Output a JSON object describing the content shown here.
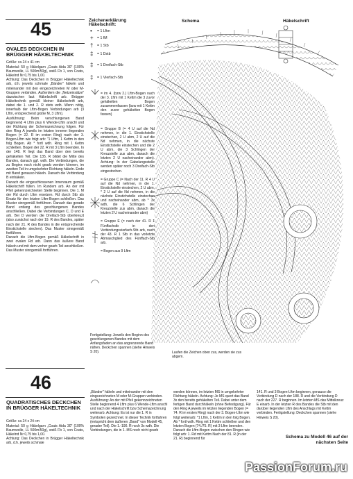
{
  "model45": {
    "number": "45",
    "title": "OVALES DECKCHEN IN BRÜGGER HÄKELTECHNIK",
    "groesse": "Größe: ca 24 x 41 cm",
    "material": "Material: 50 g Häkelgarn „Coats Aida 30\" (100% Baumwolle, LL 500m/50g), weiß Fb 1, von Coats, Häkelnd Nr 0,75 bis 1,00.",
    "achtung": "Achtung: Das Deckchen in Brügger Häkeltechnik arb, d.h. jeweils schmale „Bänder\" häkeln und miteinander mit den eingezeichneten M oder M-Gruppen verbinden. Außerdem die „Netzeinsätze\" dazwischen laut Häkelschrift arb. Brügger Häkeltechnik gemäß kleiner Häkelschrift arb, dabei die 1. und 2. R stets wdh. Wenn nötig, innerhalb der Lftm-Bogen Verbindungen arb (3 Lftm, entsprechend große M, 3 Lftm).",
    "ausfuehrung": "Ausführung: Beim verschlungenen Band beginnend 4 Lftm plus 6 Wende-Lftm anschl und der Richtung der Schemazeichnung folgen. Für den Ring A jeweils im letzten inneren liegenden Bogen (= 22. R im ersten Ring) nach der 3. Bogen-Lftm wie folgt arb: \"1 Lftm, 1 Kettm in den folg Bogen. Ab * fortl wdh. Ring mit 1 Kettm schließen. Bogen der 22. R mit 3 Lftm beenden. In der 148. R liegt das Band über den bereits gehäkelten Teil. Die 135. R bildet die Mitte des Bandes, danach ggf. wdh. Die Verbindungen, die zu Beginn noch nicht gearb werden können, im zweiten Teil in umgekehrter Richtung häkeln. Ende mit Band genauso häkeln. Danach die Verbindung B einhäkeln.",
    "danach": "Danach die eingeschlossenen Innenraum gemäß Häkelschrift füllen. Im Rundem arb. An der mit Pfeil gekennzeichneten Stelle beginnen. Die 1. M der Rd durch Lftm ersetzen. Rd durch Stb als Ersatz für den letzten Lftm-Bogen schließen. Das Muster sinngemäß fortführen. Danach das gerade Band entlang des geschlungenen Bandes anschließen. Dabei die Verbindungen C, D und E arb. Bei D werden die Dreifach-Stb überkreuzt (also zunächst nach der 19. R des Bandes, später nach der 21. R des Bandes in die entsprechende Einstichstelle stechen). Das Muster sinngemäß fortführen.",
    "schluss": "Danach die Lftm-Bogen gemäß Häkelschrift in zwei ovalen Rd arb. Dann das äußere Band häkeln und mit dem vorher gearb Teil anschließen. Das Muster sinngemäß fortführen.",
    "legend_title": "Zeichenerklärung Häkelschrift:",
    "legend": [
      {
        "glyph": "•",
        "text": "= 1 Lftm"
      },
      {
        "glyph": "+",
        "text": "= 1 fM"
      },
      {
        "glyph": "†",
        "text": "= 1 Stb"
      },
      {
        "glyph": "‡",
        "text": "= 1 Dstb"
      },
      {
        "glyph": "‡",
        "text": "= 1 Dreifach-Stb"
      },
      {
        "glyph": "‡",
        "text": "= 1 Vierfach-Stb"
      }
    ],
    "legend_groups": [
      "= im 4. (bzw 2.) Lftm-Bogen nach der 3. Lftm mit 1 Kettm die 3 zuvor gehäkelten Bogen zusammenfassen (bzw mit 1 Kettm den zuvor gehäkelten Bogen fassen)",
      "= Gruppe B (= 4 U auf die Nd nehmen, in die 1. Einstichstelle einstechen, 2 U abm, 2 U auf die Nd nehmen, in die nächste Einstichstelle einstechen und die 2 U abm, die 3 Schlingen der Kreuzstelle zus abm, danach die letzten 2 U nacheinander abm). Achtung: In der Gabelungsstelle werden später noch 3 Dreifach-Stb eingestochen.",
      "= Gruppe C (= Nach der 11. R 4 U auf die Nd nehmen, in die 1. Einstichstelle einstechen, 2 U abm, * 2 U auf die Nd nehmen, in die nächste Einstichstelle einstechen und nacheinander abm, ab * 3x wdh, die 6 Schlingen der Kreuzstelle zus abm, danach die letzten 2 U nacheinander abm)",
      "= Gruppe E (= nach der 41. R 1 Fünffachstb in den Verbindungsvierfach-Stb arb, nach der 43. R 1 Stb in das vorletzte Abmaschglied des Fünffach-Stb arb.",
      "= Bogen aus 9 Lftm"
    ],
    "schema_label": "Schema",
    "haekelschrift_label": "Häkelschrift",
    "fertigstellung": "Fertigstellung: Jeweils den Beginn des geschlungenen Bandes mit dem Anfangsfaden an das angrenzende Band nähen. Deckchen spannen (siehe Hinweis S 20).",
    "direction_note": "Laufen die Zeichen oben zus, werden sie zus abgem."
  },
  "model46": {
    "number": "46",
    "title": "QUADRATISCHES DECKCHEN IN BRÜGGER HÄKELTECHNIK",
    "groesse": "Größe: ca 24 x 24 cm",
    "material": "Material: 50 g Häkelgarn „Coats Aida 30\" (100% Baumwolle, LL 500m/50g), weiß Fb 1, von Coats, Häkelnd Nr 0,75 bis 1,00.",
    "achtung": "Achtung: Das Deckchen in Brügger Häkeltechnik arb, d.h. jeweils schmale",
    "col2": "„Bänder\" häkeln und miteinander mit den eingezeichneten M oder M-Gruppen verbinden. Ausführung: An der mit Pfeil gekennzeichneten Stelle beginnend 4 Lftm plus 6 Wende-Lftm anschl und nach der Häkelschrift bzw Schemazeichnung weiterarb. Achtung: Es ist nur die 1. R in Symbolen gezeichnet. In dieser Technik fortfahren (entspricht dem äußeren „Band\" von Modell 45, gerader Teil). Die 1.-190. R noch 3x wdh. Die Verbindungen, die in 1. MS noch nicht gearb",
    "col3": "werden können, im letzten MS in umgekehrter Richtung häkeln. Achtung: Je MS quert das Band 3x den bereits gehäkelten Teil. Dabei unter dem fertigen Band durchhäkeln (ohne Befestigung). Für den Ring A jeweils im letzten liegenden Bogen (= 74. R im ersten Ring) nach der 3. Bogen-Lftm wie folgt weiterarb: *1 Lftm, 1 Kettm in den folg Bogen. Ab * fortl wdh. Ring mit 1 Kettm schließen und den letzten Bogen (74./75. R) mit 3 Lftm beenden. Danach die Lftm-Bogen zwischen den Ringen wie folgt arb: 1. Rd mit Kettm Nach der 81. R (in der 21. R) beginnend für",
    "col4": "141. R und 3 Bogen-Lftm beginnen, genauso die Verbindung D nach der 188. R und die Verbindung D nach der 227. R beginnen. Im letzten MS das Mittelkreuz E einarb. In der letzten R des Bandes die Stb mit den darüber liegenden Lftm des Anschlags mit Kettm verbinden. Fertigstellung: Deckchen spannen (siehe Hinweis S 20).",
    "schema_ref": "Schema zu Modell 46 auf der nächsten Seite"
  },
  "watermark": "PassionForum.ru"
}
